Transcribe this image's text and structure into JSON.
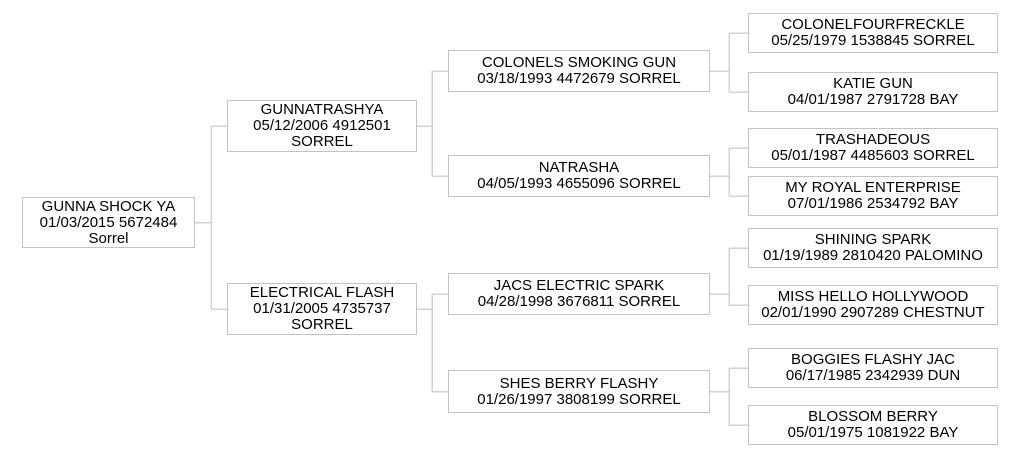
{
  "pedigree": {
    "subject": {
      "name": "GUNNA SHOCK YA",
      "details": "01/03/2015 5672484",
      "color": "Sorrel"
    },
    "gen1": [
      {
        "role": "sire",
        "name": "GUNNATRASHYA",
        "details": "05/12/2006 4912501",
        "color": "SORREL"
      },
      {
        "role": "dam",
        "name": "ELECTRICAL FLASH",
        "details": "01/31/2005 4735737",
        "color": "SORREL"
      }
    ],
    "gen2": [
      {
        "name": "COLONELS SMOKING GUN",
        "details": "03/18/1993 4472679 SORREL"
      },
      {
        "name": "NATRASHA",
        "details": "04/05/1993 4655096 SORREL"
      },
      {
        "name": "JACS ELECTRIC SPARK",
        "details": "04/28/1998 3676811 SORREL"
      },
      {
        "name": "SHES BERRY FLASHY",
        "details": "01/26/1997 3808199 SORREL"
      }
    ],
    "gen3": [
      {
        "name": "COLONELFOURFRECKLE",
        "details": "05/25/1979 1538845 SORREL"
      },
      {
        "name": "KATIE GUN",
        "details": "04/01/1987 2791728 BAY"
      },
      {
        "name": "TRASHADEOUS",
        "details": "05/01/1987 4485603 SORREL"
      },
      {
        "name": "MY ROYAL ENTERPRISE",
        "details": "07/01/1986 2534792 BAY"
      },
      {
        "name": "SHINING SPARK",
        "details": "01/19/1989 2810420 PALOMINO"
      },
      {
        "name": "MISS HELLO HOLLYWOOD",
        "details": "02/01/1990 2907289 CHESTNUT"
      },
      {
        "name": "BOGGIES FLASHY JAC",
        "details": "06/17/1985 2342939 DUN"
      },
      {
        "name": "BLOSSOM BERRY",
        "details": "05/01/1975 1081922 BAY"
      }
    ],
    "style_colors": {
      "box_border": "#c3c3c3",
      "connector_line": "#d2d2d2",
      "text": "#000000",
      "background": "#ffffff"
    }
  }
}
